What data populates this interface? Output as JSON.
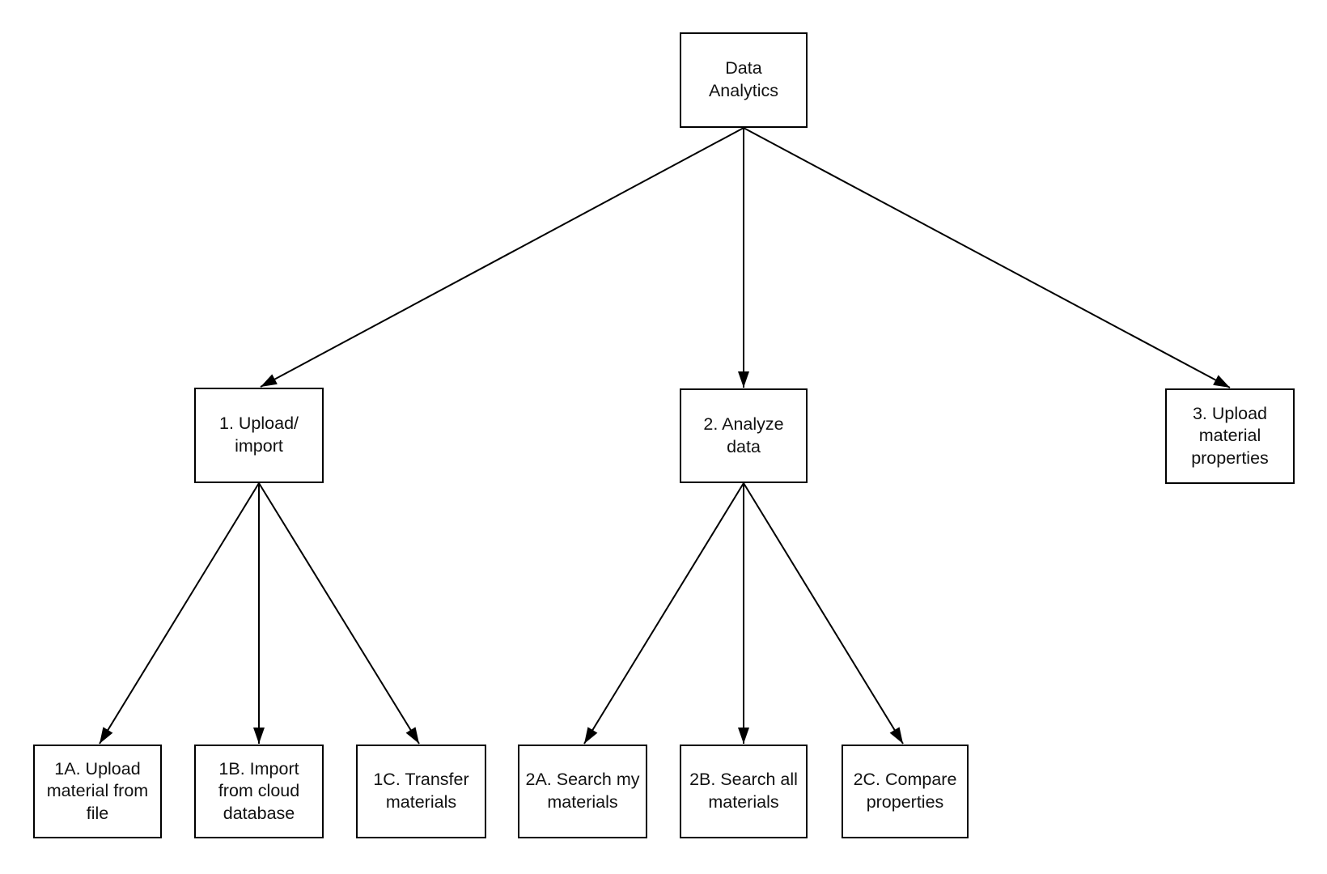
{
  "diagram": {
    "type": "tree-flowchart",
    "background_color": "#ffffff",
    "line_color": "#000000",
    "nodes": [
      {
        "id": "data-analytics",
        "label": "Data\nAnalytics"
      },
      {
        "id": "upload-import",
        "label": "1. Upload/\nimport"
      },
      {
        "id": "analyze-data",
        "label": "2. Analyze\ndata"
      },
      {
        "id": "upload-material-properties",
        "label": "3. Upload\nmaterial\nproperties"
      },
      {
        "id": "upload-material-from-file",
        "label": "1A. Upload\nmaterial from\nfile"
      },
      {
        "id": "import-from-cloud-database",
        "label": "1B. Import\nfrom cloud\ndatabase"
      },
      {
        "id": "transfer-materials",
        "label": "1C. Transfer\nmaterials"
      },
      {
        "id": "search-my-materials",
        "label": "2A. Search my\nmaterials"
      },
      {
        "id": "search-all-materials",
        "label": "2B. Search all\nmaterials"
      },
      {
        "id": "compare-properties",
        "label": "2C. Compare\nproperties"
      }
    ],
    "edges": [
      {
        "from": "data-analytics",
        "to": "upload-import"
      },
      {
        "from": "data-analytics",
        "to": "analyze-data"
      },
      {
        "from": "data-analytics",
        "to": "upload-material-properties"
      },
      {
        "from": "upload-import",
        "to": "upload-material-from-file"
      },
      {
        "from": "upload-import",
        "to": "import-from-cloud-database"
      },
      {
        "from": "upload-import",
        "to": "transfer-materials"
      },
      {
        "from": "analyze-data",
        "to": "search-my-materials"
      },
      {
        "from": "analyze-data",
        "to": "search-all-materials"
      },
      {
        "from": "analyze-data",
        "to": "compare-properties"
      }
    ]
  }
}
